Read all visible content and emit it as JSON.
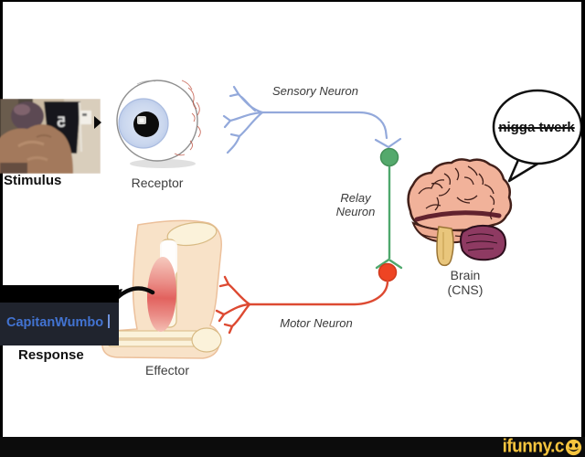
{
  "canvas": {
    "bg": "#ffffff",
    "border_color": "#000000"
  },
  "stimulus": {
    "label": "Stimulus",
    "jersey_number": "5",
    "play_icon": "play-icon"
  },
  "receptor": {
    "label": "Receptor"
  },
  "sensory": {
    "label": "Sensory Neuron",
    "color": "#93a9db"
  },
  "relay": {
    "label_line1": "Relay",
    "label_line2": "Neuron",
    "color": "#4fa86d"
  },
  "motor": {
    "label": "Motor Neuron",
    "color": "#dd4a32",
    "cell_color": "#ee4423"
  },
  "brain": {
    "label_line1": "Brain",
    "label_line2": "(CNS)"
  },
  "effector": {
    "label": "Effector"
  },
  "response": {
    "label": "Response"
  },
  "speech_bubble": {
    "text": "nigga twerk",
    "strikethrough": true
  },
  "overlay": {
    "username": "CapitanWumbo",
    "text_color": "#4273d1",
    "bg": "#20242e"
  },
  "watermark": {
    "text": "ifunny.c",
    "smiley_icon": "smiley-icon",
    "color": "#f5c43e",
    "bar_bg": "#0c0c0c"
  }
}
